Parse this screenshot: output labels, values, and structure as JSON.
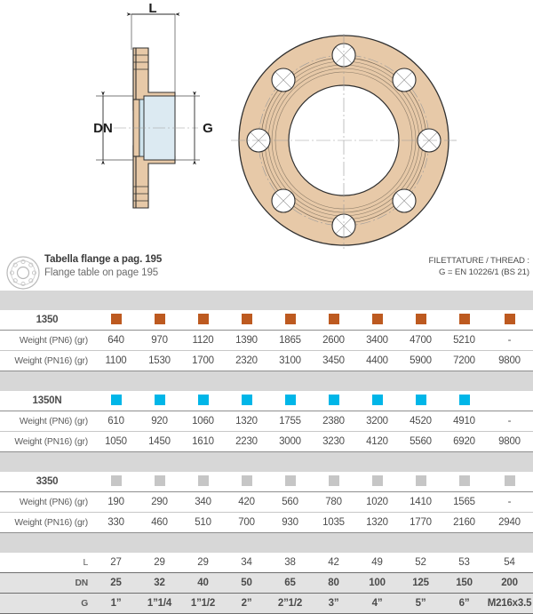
{
  "drawing": {
    "section_view": {
      "dim_L": "L",
      "dim_DN": "DN",
      "dim_G": "G"
    },
    "front_view": {
      "bolt_hole_count": 8
    }
  },
  "note": {
    "icon": "flange-icon",
    "italian": "Tabella flange a pag. 195",
    "english": "Flange table on page 195"
  },
  "thread_note": {
    "line1": "FILETTATURE / THREAD :",
    "line2": "G = EN 10226/1 (BS 21)"
  },
  "colors": {
    "swatch_1350": "#bd5a20",
    "swatch_1350n": "#00b6e8",
    "swatch_3350": "#c6c6c6",
    "band": "#d7d7d7",
    "row_shade": "#e3e3e3",
    "drawing_body": "#e7c9a8",
    "drawing_bore": "#d3e7ef"
  },
  "table": {
    "column_count": 10,
    "groups": [
      {
        "name": "1350",
        "swatch_color": "#bd5a20",
        "swatches": [
          true,
          true,
          true,
          true,
          true,
          true,
          true,
          true,
          true,
          true
        ],
        "rows": [
          {
            "label": "Weight (PN6) (gr)",
            "values": [
              "640",
              "970",
              "1120",
              "1390",
              "1865",
              "2600",
              "3400",
              "4700",
              "5210",
              "-"
            ]
          },
          {
            "label": "Weight (PN16) (gr)",
            "values": [
              "1100",
              "1530",
              "1700",
              "2320",
              "3100",
              "3450",
              "4400",
              "5900",
              "7200",
              "9800"
            ]
          }
        ]
      },
      {
        "name": "1350N",
        "swatch_color": "#00b6e8",
        "swatches": [
          true,
          true,
          true,
          true,
          true,
          true,
          true,
          true,
          true,
          false
        ],
        "rows": [
          {
            "label": "Weight (PN6) (gr)",
            "values": [
              "610",
              "920",
              "1060",
              "1320",
              "1755",
              "2380",
              "3200",
              "4520",
              "4910",
              "-"
            ]
          },
          {
            "label": "Weight (PN16) (gr)",
            "values": [
              "1050",
              "1450",
              "1610",
              "2230",
              "3000",
              "3230",
              "4120",
              "5560",
              "6920",
              "9800"
            ]
          }
        ]
      },
      {
        "name": "3350",
        "swatch_color": "#c6c6c6",
        "swatches": [
          true,
          true,
          true,
          true,
          true,
          true,
          true,
          true,
          true,
          true
        ],
        "rows": [
          {
            "label": "Weight (PN6) (gr)",
            "values": [
              "190",
              "290",
              "340",
              "420",
              "560",
              "780",
              "1020",
              "1410",
              "1565",
              "-"
            ]
          },
          {
            "label": "Weight (PN16) (gr)",
            "values": [
              "330",
              "460",
              "510",
              "700",
              "930",
              "1035",
              "1320",
              "1770",
              "2160",
              "2940"
            ]
          }
        ]
      }
    ],
    "footer_rows": [
      {
        "label": "L",
        "values": [
          "27",
          "29",
          "29",
          "34",
          "38",
          "42",
          "49",
          "52",
          "53",
          "54"
        ]
      },
      {
        "label": "DN",
        "values": [
          "25",
          "32",
          "40",
          "50",
          "65",
          "80",
          "100",
          "125",
          "150",
          "200"
        ]
      },
      {
        "label": "G",
        "values": [
          "1”",
          "1”1/4",
          "1”1/2",
          "2”",
          "2”1/2",
          "3”",
          "4”",
          "5”",
          "6”",
          "M216x3.5"
        ]
      }
    ]
  }
}
